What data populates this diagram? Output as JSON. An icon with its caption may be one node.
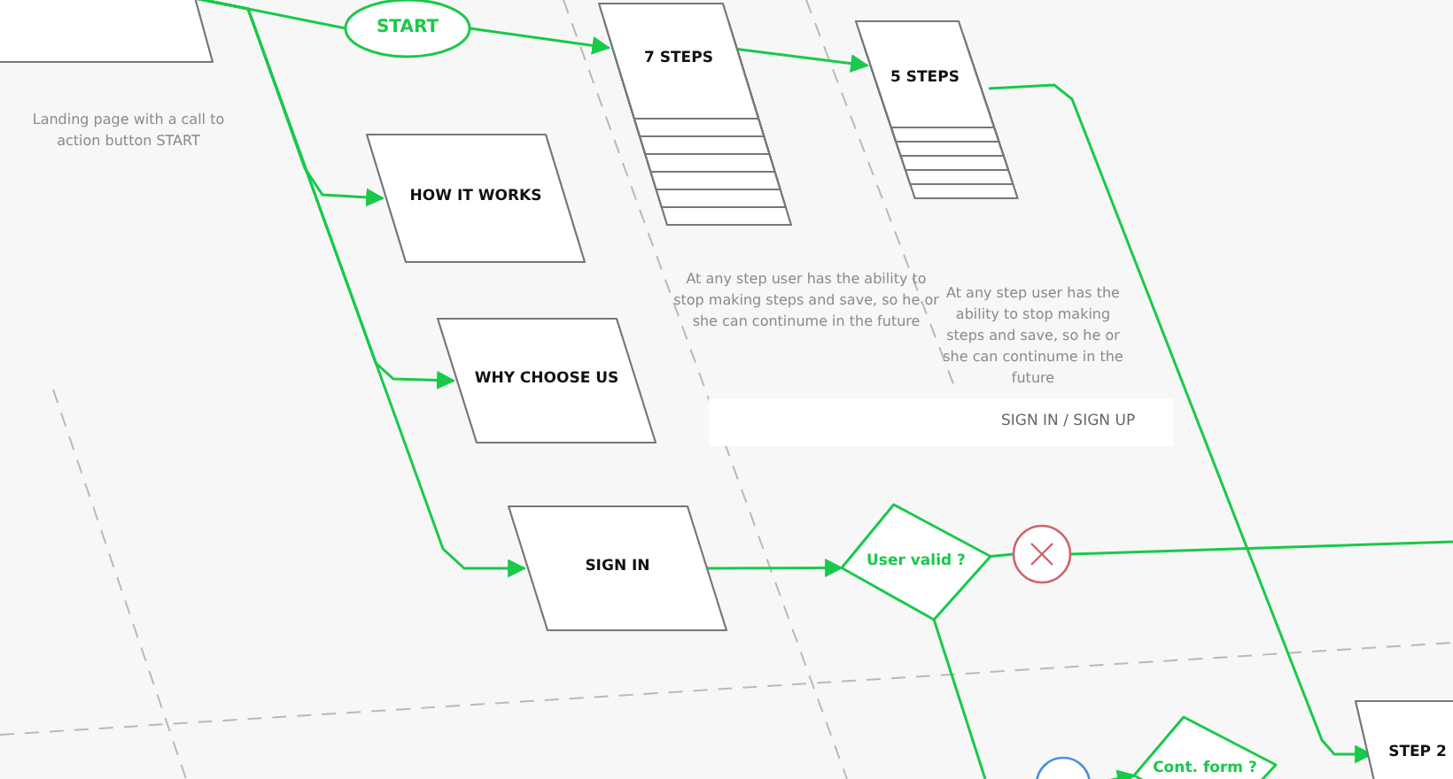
{
  "diagram": {
    "nodes": [
      {
        "text": [],
        "shape": "box"
      },
      {
        "text": [
          "START"
        ]
      },
      {
        "text": [
          "7 STEPS"
        ]
      },
      {
        "text": [
          "5 STEPS"
        ]
      },
      {
        "text": [
          "HOW IT WORKS"
        ]
      },
      {
        "text": [
          "WHY CHOOSE US"
        ]
      },
      {
        "text": [
          "SIGN IN / SIGN UP"
        ]
      },
      {
        "text": [
          "SIGN IN"
        ]
      },
      {
        "text": [
          "User valid ?"
        ]
      },
      {
        "text": [],
        "shape": "circle"
      },
      {
        "text": [],
        "shape": "circle"
      },
      {
        "text": [
          "Cont. form ?"
        ]
      },
      {
        "text": [
          "STEP 2"
        ]
      }
    ],
    "edges": [
      {
        "from": 0,
        "to": 1,
        "arrow": "none"
      },
      {
        "from": 1,
        "to": 2,
        "arrow": "to"
      },
      {
        "from": 0,
        "to": 4,
        "arrow": "to"
      },
      {
        "from": 0,
        "to": 5,
        "arrow": "to"
      },
      {
        "from": 0,
        "to": 7,
        "arrow": "to"
      },
      {
        "from": 2,
        "to": 3,
        "arrow": "to"
      },
      {
        "from": 3,
        "to": 12,
        "arrow": "to"
      },
      {
        "from": 7,
        "to": 8,
        "arrow": "to"
      },
      {
        "from": 8,
        "to": 9,
        "arrow": "none"
      },
      {
        "from": 9,
        "to": null,
        "arrow": "none"
      },
      {
        "from": 8,
        "to": null,
        "arrow": "none"
      },
      {
        "from": 10,
        "to": 11,
        "arrow": "to"
      }
    ],
    "labels": [
      "Landing page with a call to action button START",
      "At any step user has the ability to stop making steps and save, so he or she can continume in the future",
      "At any step user has the ability to stop making steps and save, so he or she can continume in the future"
    ]
  }
}
